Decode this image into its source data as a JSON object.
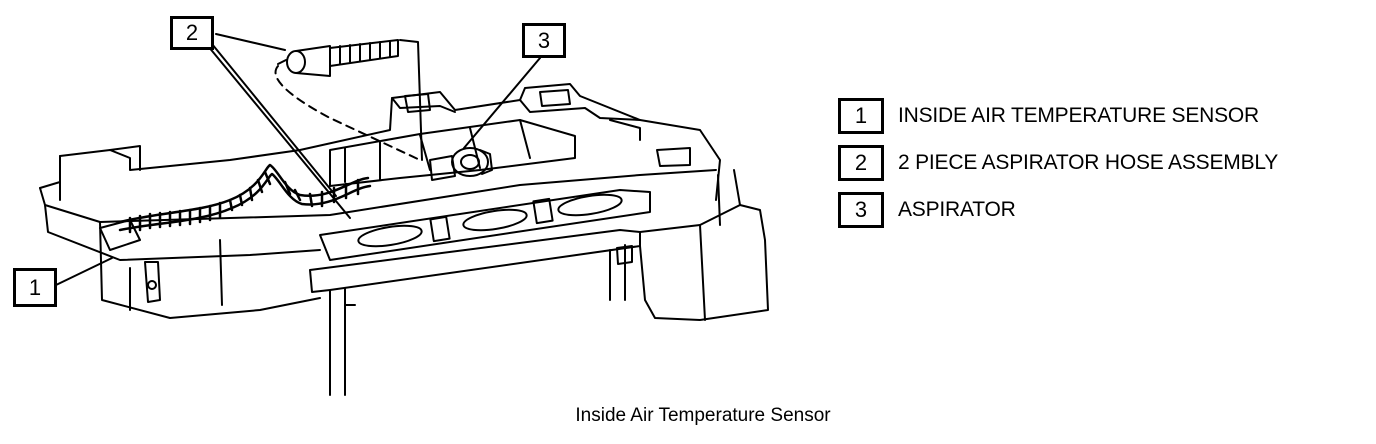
{
  "callouts": [
    {
      "number": "1"
    },
    {
      "number": "2"
    },
    {
      "number": "3"
    }
  ],
  "legend": [
    {
      "number": "1",
      "label": "INSIDE AIR TEMPERATURE SENSOR"
    },
    {
      "number": "2",
      "label": "2 PIECE ASPIRATOR HOSE ASSEMBLY"
    },
    {
      "number": "3",
      "label": "ASPIRATOR"
    }
  ],
  "caption": "Inside Air Temperature Sensor"
}
